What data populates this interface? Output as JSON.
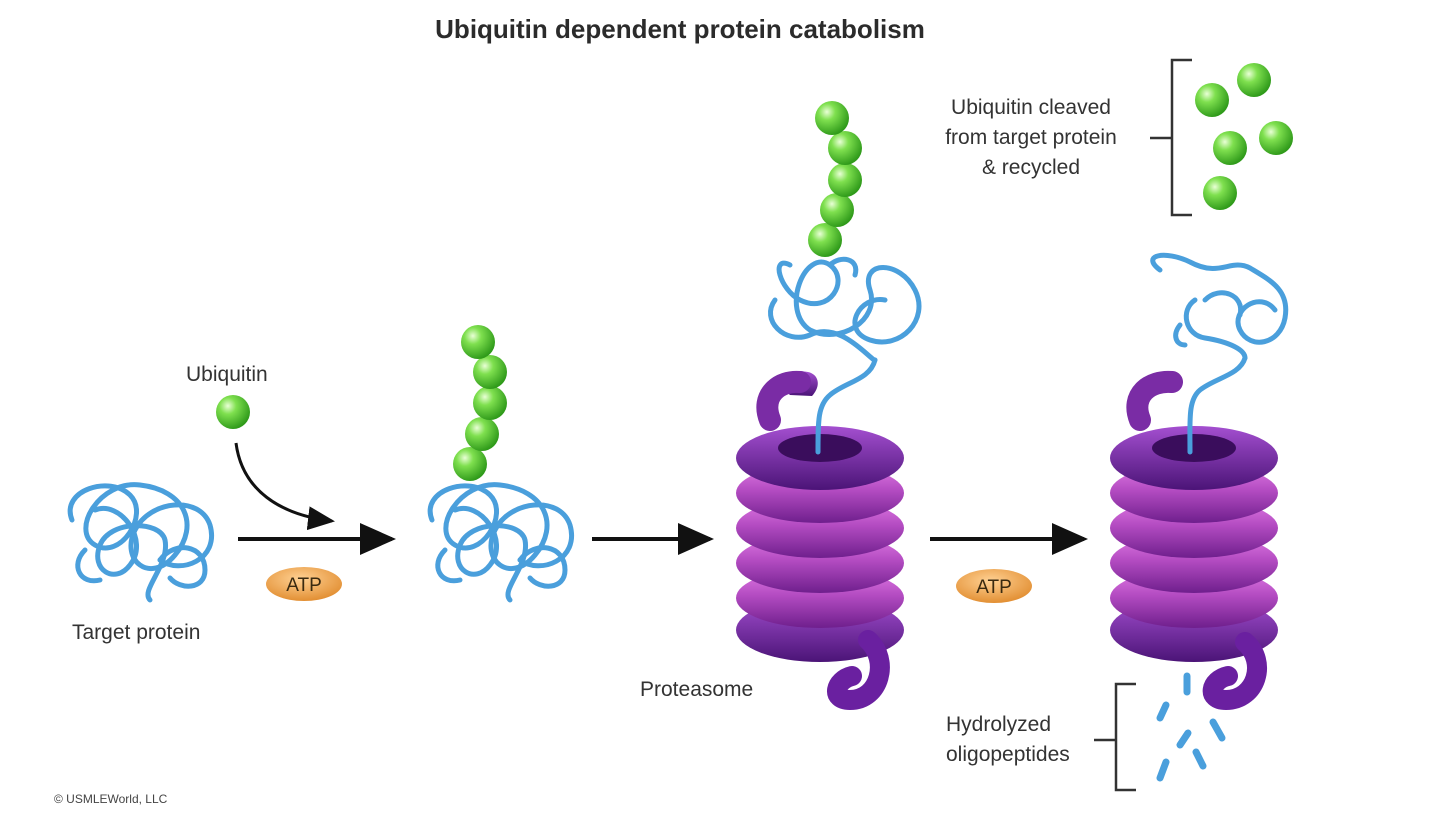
{
  "title": "Ubiquitin dependent protein catabolism",
  "labels": {
    "ubiquitin": "Ubiquitin",
    "target_protein": "Target protein",
    "proteasome": "Proteasome",
    "recycled": [
      "Ubiquitin cleaved",
      "from target protein",
      "& recycled"
    ],
    "oligopeptides": [
      "Hydrolyzed",
      "oligopeptides"
    ]
  },
  "atp_label": "ATP",
  "copyright": "© USMLEWorld, LLC",
  "colors": {
    "protein_strand": "#4a9fdc",
    "ubiquitin": "#5fd43a",
    "proteasome": "#9b3fb0",
    "proteasome_dark": "#5b1a86",
    "atp": "#f0a44a",
    "arrow": "#111111"
  }
}
